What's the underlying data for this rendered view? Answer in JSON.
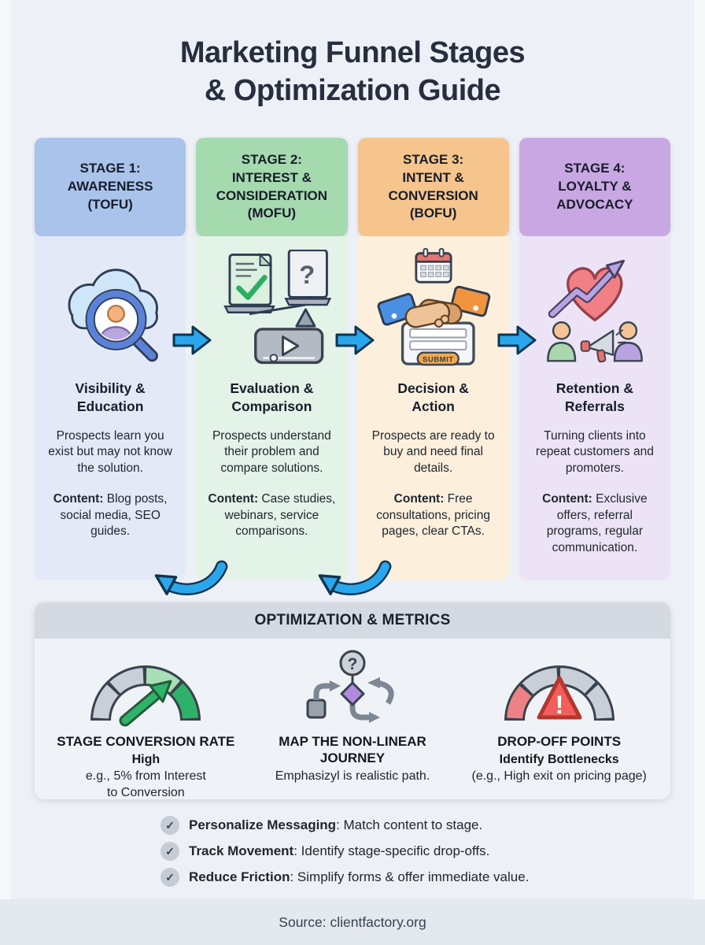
{
  "palette": {
    "page_bg": "#edf0f6",
    "title_color": "#272e3d",
    "arrow_blue": "#2aa7ec",
    "panel_bg": "#eff2f7",
    "panel_header_bg": "#d4d9e2",
    "footer_bg": "#e4e8ef",
    "stage_header_colors": [
      "#a9c3ea",
      "#a5d9ae",
      "#f6c48d",
      "#c9a7e3"
    ],
    "stage_body_colors": [
      "#e3e9f7",
      "#e4f3e8",
      "#fcf0dd",
      "#ece4f6"
    ],
    "gauge_green": "#2eb269",
    "gauge_light_green": "#a9dfb7",
    "gauge_red": "#ec8186",
    "warning_red": "#f15e5c"
  },
  "title": "Marketing Funnel Stages\n& Optimization Guide",
  "stages": [
    {
      "header": "STAGE 1:\nAWARENESS\n(TOFU)",
      "icon": "cloud-search-icon",
      "heading": "Visibility &\nEducation",
      "description": "Prospects learn you exist but may not know the solution.",
      "content_label": "Content:",
      "content_text": " Blog posts, social media, SEO guides."
    },
    {
      "header": "STAGE 2:\nINTEREST &\nCONSIDERATION\n(MOFU)",
      "icon": "comparison-scale-video-icon",
      "heading": "Evaluation &\nComparison",
      "description": "Prospects understand their problem and compare solutions.",
      "content_label": "Content:",
      "content_text": " Case studies, webinars, service comparisons."
    },
    {
      "header": "STAGE 3:\nINTENT &\nCONVERSION\n(BOFU)",
      "icon": "handshake-form-calendar-icon",
      "heading": "Decision &\nAction",
      "description": "Prospects are ready to buy and need final details.",
      "content_label": "Content:",
      "content_text": " Free consultations, pricing pages, clear CTAs."
    },
    {
      "header": "STAGE 4:\nLOYALTY &\nADVOCACY",
      "icon": "heart-growth-advocacy-icon",
      "heading": "Retention &\nReferrals",
      "description": "Turning clients into repeat customers and promoters.",
      "content_label": "Content:",
      "content_text": " Exclusive offers, referral programs, regular communication."
    }
  ],
  "optimization": {
    "header": "OPTIMIZATION & METRICS",
    "metrics": [
      {
        "icon": "gauge-high-icon",
        "title": "STAGE CONVERSION RATE",
        "highlight": "High",
        "note": "e.g., 5% from Interest\nto Conversion"
      },
      {
        "icon": "nonlinear-journey-icon",
        "title": "MAP THE NON-LINEAR\nJOURNEY",
        "highlight": "",
        "note": "Emphasizyl is realistic path."
      },
      {
        "icon": "gauge-dropoff-icon",
        "title": "DROP-OFF POINTS",
        "highlight": "Identify Bottlenecks",
        "note": "(e.g., High exit on pricing page)"
      }
    ]
  },
  "tips": [
    {
      "check": "✓",
      "label": "Personalize Messaging",
      "text": ": Match content to stage."
    },
    {
      "check": "✓",
      "label": "Track Movement",
      "text": ": Identify stage-specific drop-offs."
    },
    {
      "check": "✓",
      "label": "Reduce Friction",
      "text": ": Simplify forms & offer immediate value."
    }
  ],
  "icon_labels": {
    "submit": "SUBMIT",
    "question_mark": "?",
    "exclamation": "!"
  },
  "footer": {
    "source": "Source: clientfactory.org"
  }
}
